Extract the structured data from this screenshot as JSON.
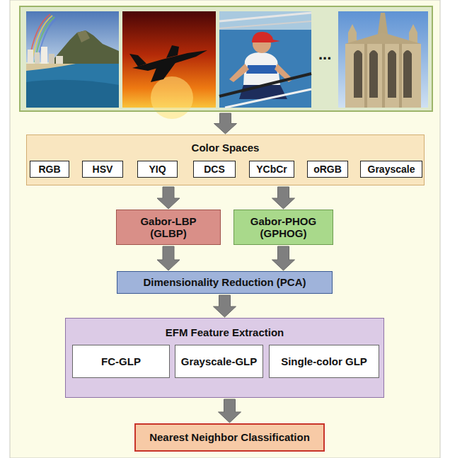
{
  "diagram": {
    "nodes": [
      {
        "text": [
          "..."
        ]
      },
      {
        "text": [
          "Color Spaces"
        ]
      },
      {
        "text": [
          "RGB"
        ],
        "in": 1
      },
      {
        "text": [
          "HSV"
        ],
        "in": 1
      },
      {
        "text": [
          "YIQ"
        ],
        "in": 1
      },
      {
        "text": [
          "DCS"
        ],
        "in": 1
      },
      {
        "text": [
          "YCbCr"
        ],
        "in": 1
      },
      {
        "text": [
          "oRGB"
        ],
        "in": 1
      },
      {
        "text": [
          "Grayscale"
        ],
        "in": 1
      },
      {
        "text": [
          "Gabor-LBP (GLBP)"
        ]
      },
      {
        "text": [
          "Gabor-PHOG (GPHOG)"
        ]
      },
      {
        "text": [
          "Dimensionality Reduction (PCA)"
        ]
      },
      {
        "text": [
          "EFM Feature Extraction"
        ]
      },
      {
        "text": [
          "FC-GLP"
        ],
        "in": 12
      },
      {
        "text": [
          "Grayscale-GLP"
        ],
        "in": 12
      },
      {
        "text": [
          "Single-color GLP"
        ],
        "in": 12
      },
      {
        "text": [
          "Nearest Neighbor Classification"
        ]
      }
    ],
    "edges": [
      {
        "from": 0,
        "to": 1,
        "arrow": "to"
      },
      {
        "from": 1,
        "to": 9,
        "arrow": "to"
      },
      {
        "from": 1,
        "to": 10,
        "arrow": "to"
      },
      {
        "from": 9,
        "to": 11,
        "arrow": "to"
      },
      {
        "from": 10,
        "to": 11,
        "arrow": "to"
      },
      {
        "from": 11,
        "to": 12,
        "arrow": "to"
      },
      {
        "from": 12,
        "to": 16,
        "arrow": "to"
      }
    ]
  }
}
